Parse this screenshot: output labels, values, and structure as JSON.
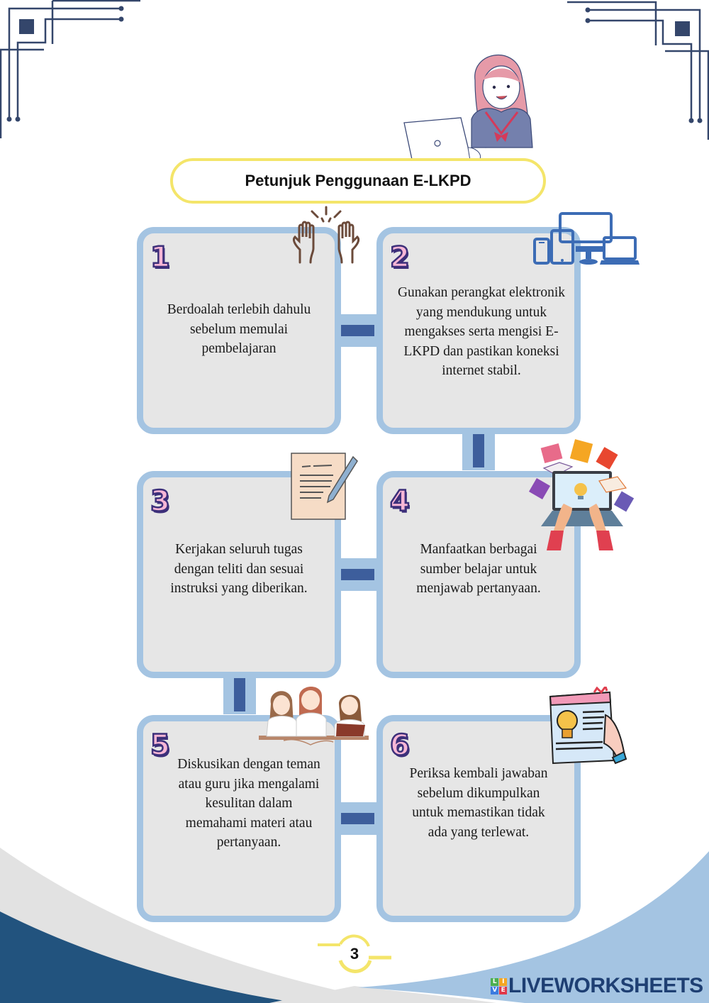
{
  "header": {
    "title": "Petunjuk Penggunaan E-LKPD"
  },
  "steps": [
    {
      "number": "1",
      "text": "Berdoalah terlebih dahulu sebelum memulai pembelajaran",
      "icon": "praying-hands-icon"
    },
    {
      "number": "2",
      "text": "Gunakan perangkat elektronik yang mendukung untuk mengakses serta mengisi E-LKPD dan pastikan koneksi internet stabil.",
      "icon": "devices-icon"
    },
    {
      "number": "3",
      "text": "Kerjakan seluruh tugas dengan teliti dan sesuai instruksi yang diberikan.",
      "icon": "paper-pencil-icon"
    },
    {
      "number": "4",
      "text": "Manfaatkan berbagai sumber belajar untuk menjawab pertanyaan.",
      "icon": "laptop-books-icon"
    },
    {
      "number": "5",
      "text": "Diskusikan dengan teman atau guru jika mengalami kesulitan dalam memahami materi atau pertanyaan.",
      "icon": "students-discussing-icon"
    },
    {
      "number": "6",
      "text": "Periksa kembali jawaban sebelum dikumpulkan untuk memastikan tidak ada yang terlewat.",
      "icon": "document-lightbulb-icon"
    }
  ],
  "footer": {
    "page_number": "3",
    "brand": "LIVEWORKSHEETS",
    "brand_grid": [
      "L",
      "I",
      "V",
      "E"
    ]
  },
  "colors": {
    "card_border": "#a4c4e2",
    "card_fill": "#e6e6e6",
    "connector": "#3d5e9c",
    "title_border": "#f4e56a",
    "circuit": "#34466b",
    "wave_dark": "#22537e",
    "wave_light": "#a4c4e2",
    "wave_gray": "#e2e2e2",
    "brand_text": "#1e3f73"
  }
}
